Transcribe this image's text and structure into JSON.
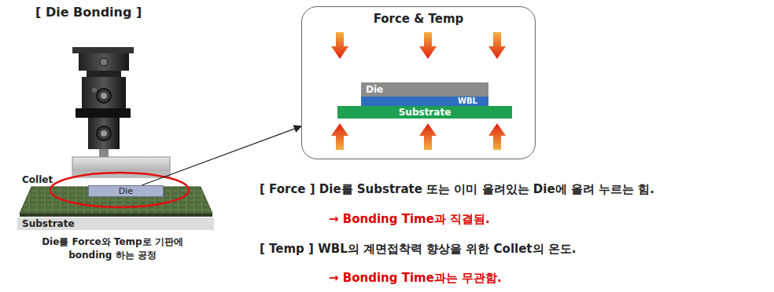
{
  "diagram": {
    "title": "[ Die Bonding ]",
    "nodes": [
      {
        "text": [
          "Force & Temp"
        ]
      },
      {
        "text": [
          "Die"
        ],
        "in": 0
      },
      {
        "text": [
          "WBL"
        ],
        "in": 0
      },
      {
        "text": [
          "Substrate"
        ],
        "in": 0
      },
      {
        "text": [
          "Die"
        ]
      },
      {
        "text": [
          "Substrate"
        ]
      }
    ],
    "edges": [
      {
        "from": 4,
        "to": 0,
        "arrow": "to"
      }
    ],
    "labels": [
      "Collet",
      "Die를 Force와 Temp로 기판에 bonding 하는 공정",
      "[ Force ] Die를 Substrate 또는 이미 올려있는 Die에 올려 누르는 힘.",
      "→ Bonding Time과 직결됨.",
      "[ Temp ] WBL의 계면접착력 향상을 위한 Collet의 온도.",
      "→ Bonding Time과는 무관함."
    ]
  }
}
